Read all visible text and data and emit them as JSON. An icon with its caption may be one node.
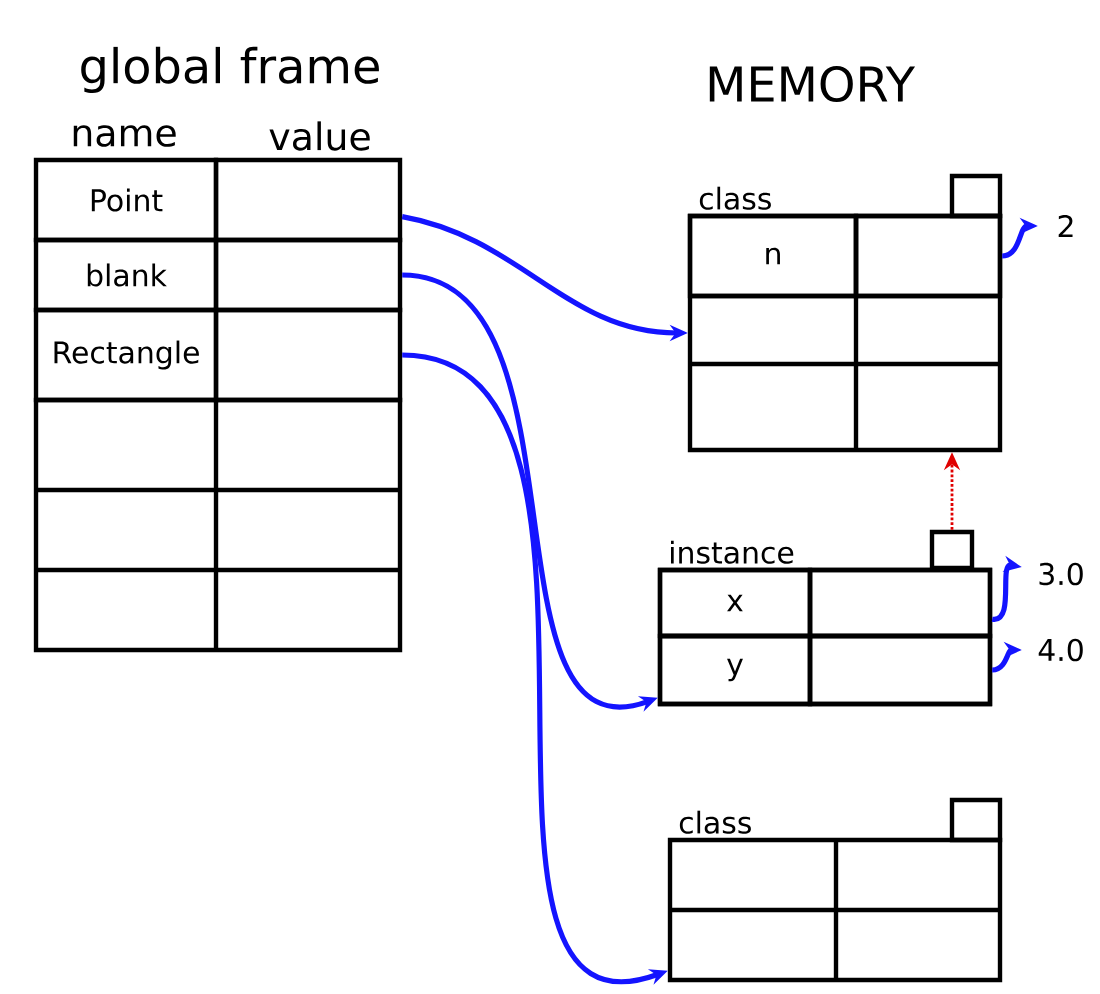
{
  "diagram": {
    "nodes": [
      {
        "text": [
          "Point"
        ]
      },
      {
        "text": [],
        "shape": "box"
      },
      {
        "text": [
          "blank"
        ]
      },
      {
        "text": [],
        "shape": "box"
      },
      {
        "text": [
          "Rectangle"
        ]
      },
      {
        "text": [],
        "shape": "box"
      },
      {
        "text": [
          "class"
        ]
      },
      {
        "text": [
          "n"
        ],
        "in": 6
      },
      {
        "text": [],
        "shape": "box",
        "in": 6
      },
      {
        "text": [
          "2"
        ]
      },
      {
        "text": [
          "instance"
        ]
      },
      {
        "text": [],
        "shape": "box"
      },
      {
        "text": [
          "x"
        ],
        "in": 10
      },
      {
        "text": [],
        "shape": "box",
        "in": 10
      },
      {
        "text": [
          "y"
        ],
        "in": 10
      },
      {
        "text": [],
        "shape": "box",
        "in": 10
      },
      {
        "text": [
          "3.0"
        ]
      },
      {
        "text": [
          "4.0"
        ]
      },
      {
        "text": [
          "class"
        ]
      }
    ],
    "edges": [
      {
        "from": 1,
        "to": 6,
        "arrow": "to"
      },
      {
        "from": 3,
        "to": 10,
        "arrow": "to"
      },
      {
        "from": 5,
        "to": 18,
        "arrow": "to"
      },
      {
        "from": 8,
        "to": 9,
        "arrow": "to"
      },
      {
        "from": 13,
        "to": 16,
        "arrow": "to"
      },
      {
        "from": 15,
        "to": 17,
        "arrow": "to"
      },
      {
        "from": 11,
        "to": 6,
        "arrow": "to",
        "style": "dashed",
        "color": "#e00000"
      }
    ],
    "labels": [
      "global frame",
      "name",
      "value",
      "MEMORY"
    ]
  }
}
